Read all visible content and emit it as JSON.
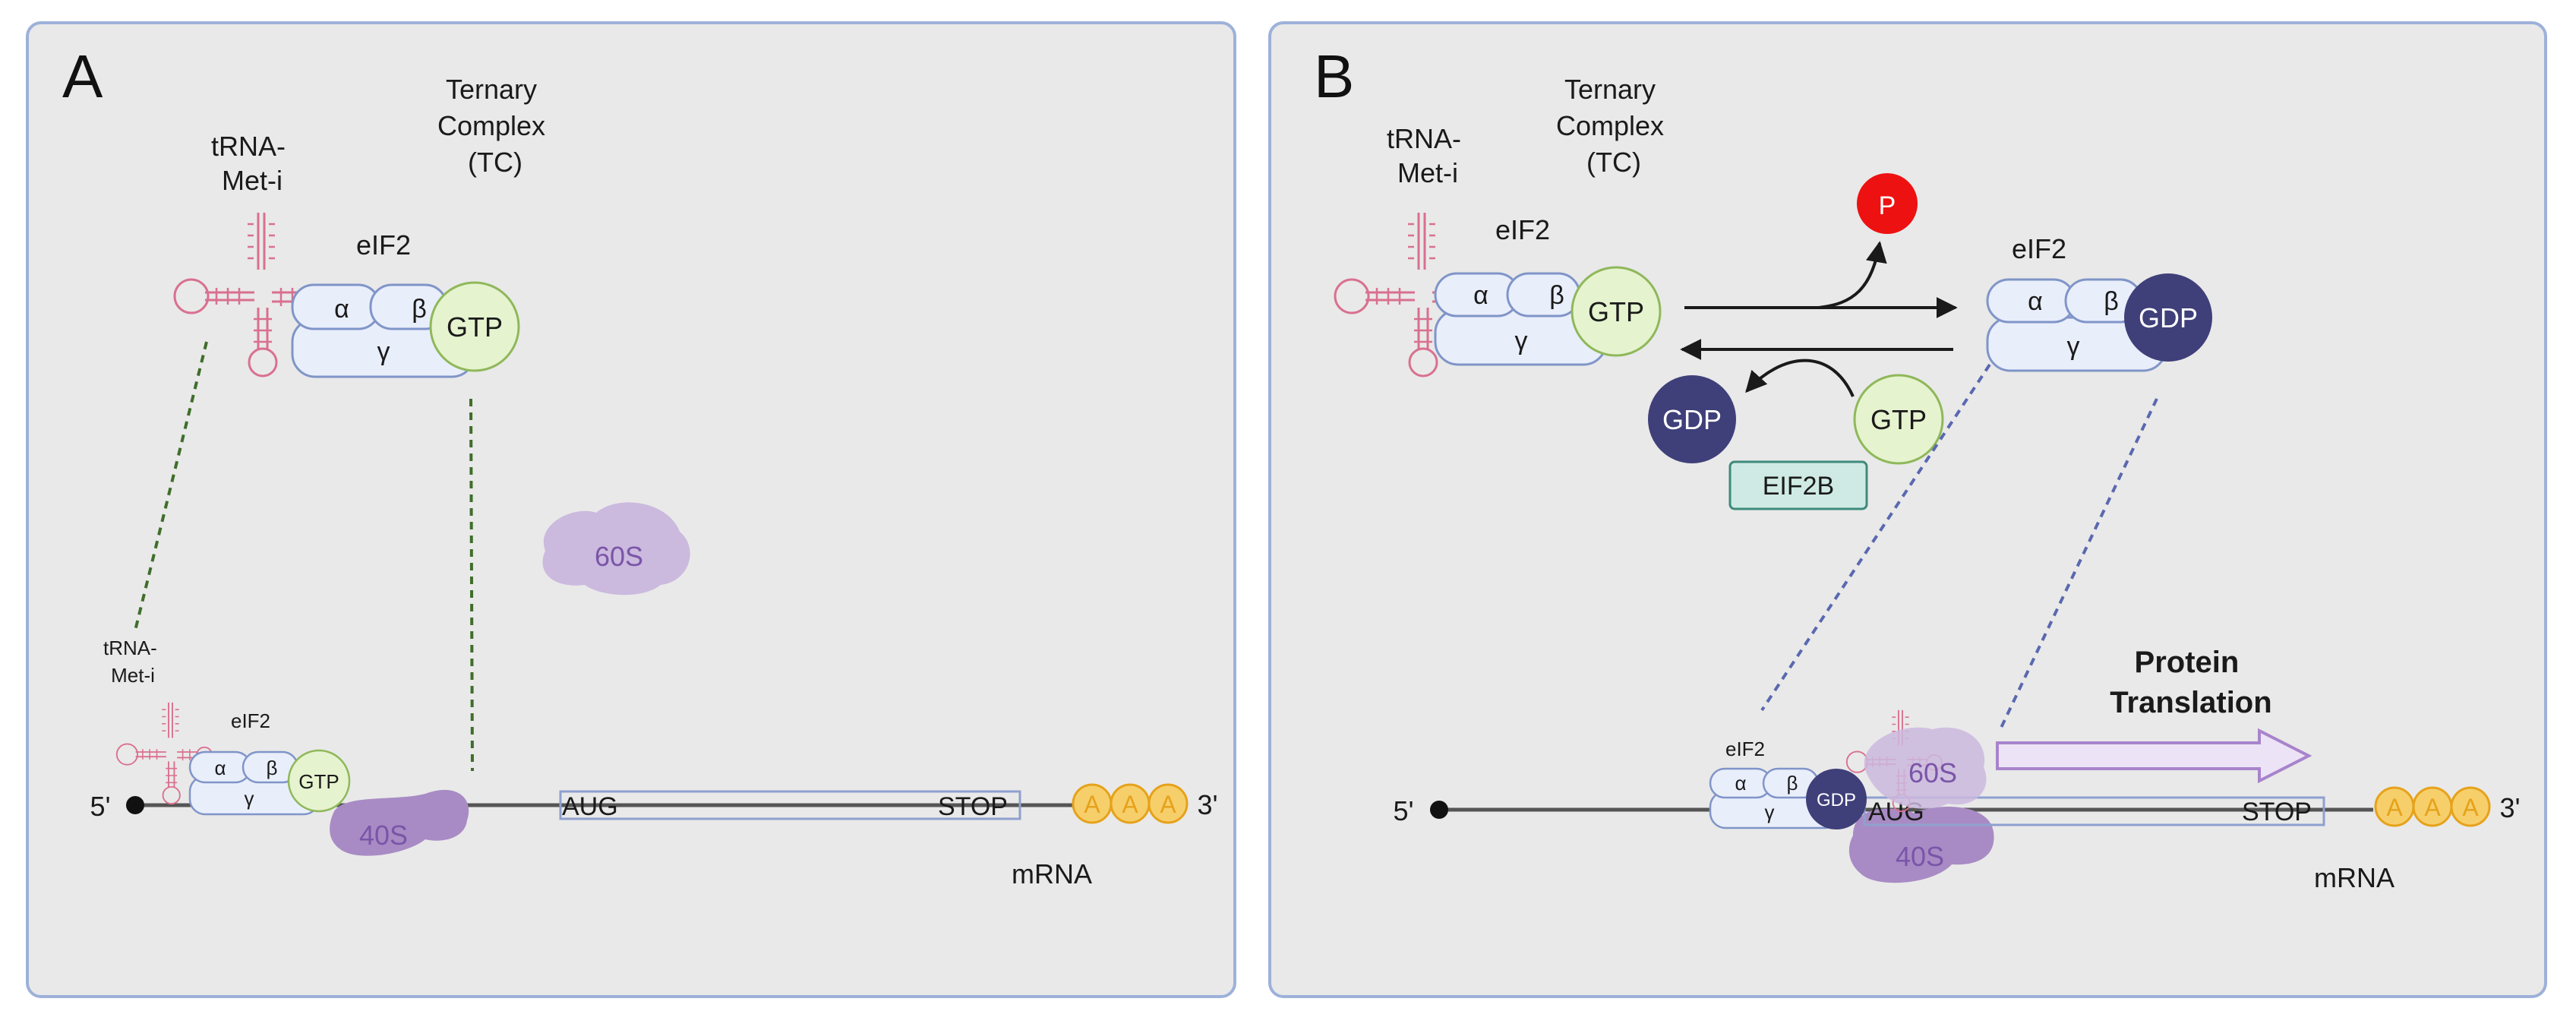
{
  "panels": [
    {
      "letter": "A",
      "tc_label": [
        "Ternary",
        "Complex",
        "(TC)"
      ],
      "trna_label": [
        "tRNA-",
        "Met-i"
      ],
      "eif2_label": "eIF2",
      "alpha": "α",
      "beta": "β",
      "gamma": "γ",
      "gtp": "GTP",
      "small_trna_label": [
        "tRNA-",
        "Met-i"
      ],
      "small_eif2_label": "eIF2",
      "small_gtp": "GTP",
      "ribo_60s": "60S",
      "ribo_40s": "40S",
      "five_prime": "5'",
      "three_prime": "3'",
      "aug": "AUG",
      "stop": "STOP",
      "polyA": [
        "A",
        "A",
        "A"
      ],
      "mrna": "mRNA"
    },
    {
      "letter": "B",
      "tc_label": [
        "Ternary",
        "Complex",
        "(TC)"
      ],
      "trna_label": [
        "tRNA-",
        "Met-i"
      ],
      "eif2_label_left": "eIF2",
      "eif2_label_right": "eIF2",
      "alpha": "α",
      "beta": "β",
      "gamma": "γ",
      "gtp": "GTP",
      "gdp": "GDP",
      "phosphate": "P",
      "eif2b": "EIF2B",
      "protein_translation": [
        "Protein",
        "Translation"
      ],
      "small_eif2_label": "eIF2",
      "small_gdp": "GDP",
      "ribo_60s": "60S",
      "ribo_40s": "40S",
      "five_prime": "5'",
      "three_prime": "3'",
      "aug": "AUG",
      "stop": "STOP",
      "polyA": [
        "A",
        "A",
        "A"
      ],
      "mrna": "mRNA"
    }
  ],
  "colors": {
    "panel_bg": "#e9e9e9",
    "panel_border": "#9db1d9",
    "trna": "#d9708f",
    "eif2_fill": "#e9eefb",
    "eif2_stroke": "#8095c8",
    "gtp_fill": "#e6f3cf",
    "gtp_stroke": "#8fb85a",
    "gdp_fill": "#3f3f7a",
    "phosphate": "#ee1111",
    "ribo_40s": "#a88bc4",
    "ribo_60s": "#cbb9de",
    "ribo_text": "#7a55a8",
    "polyA_fill": "#f6cf6b",
    "polyA_stroke": "#e6a21a",
    "eif2b_fill": "#cfeae4",
    "eif2b_stroke": "#3d8b7c",
    "dashed_green": "#3f6e2a",
    "dashed_blue": "#5a68b0",
    "arrow_purple": "#a884cc"
  }
}
